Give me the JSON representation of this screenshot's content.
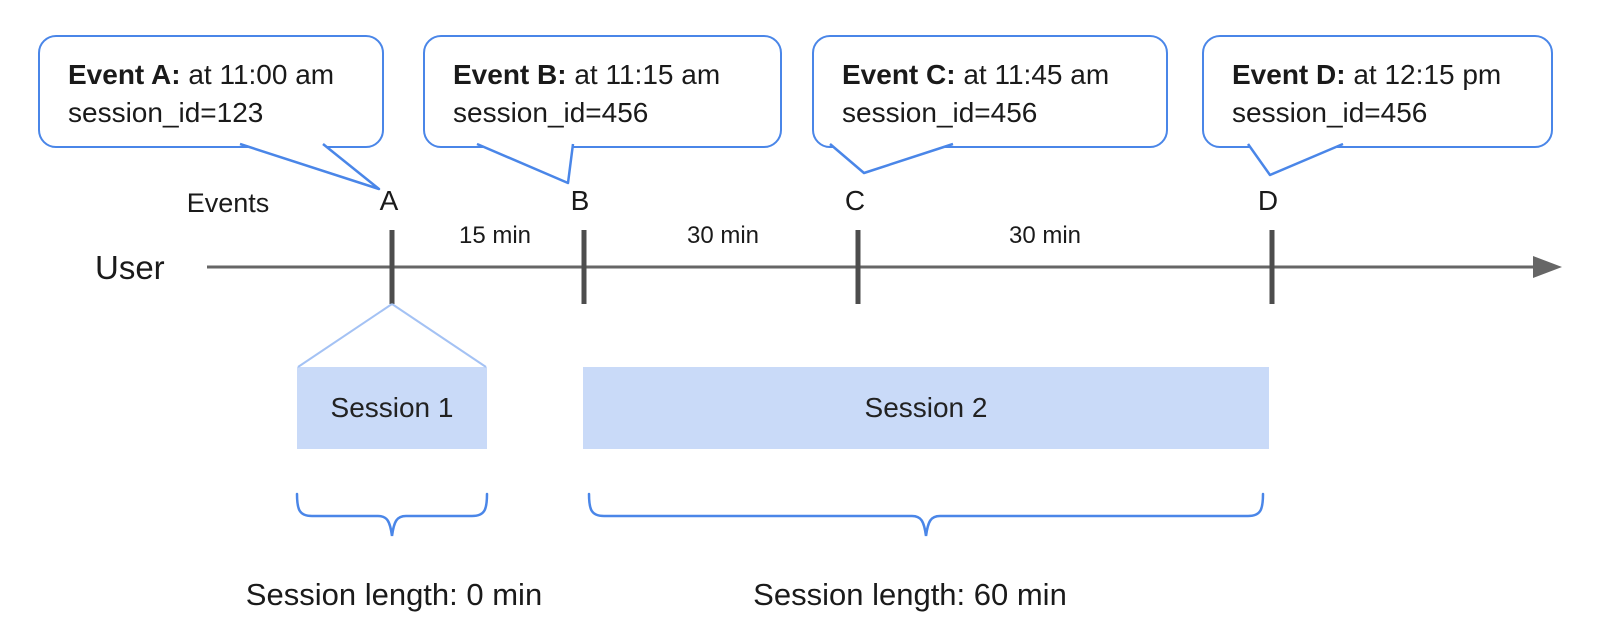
{
  "bubbles": [
    {
      "title": "Event A:",
      "time": " at 11:00 am",
      "session": "session_id=123"
    },
    {
      "title": "Event B:",
      "time": " at 11:15 am",
      "session": "session_id=456"
    },
    {
      "title": "Event C:",
      "time": " at 11:45 am",
      "session": "session_id=456"
    },
    {
      "title": "Event D:",
      "time": " at 12:15 pm",
      "session": "session_id=456"
    }
  ],
  "timeline": {
    "axis_label": "Events",
    "row_label": "User",
    "events": [
      "A",
      "B",
      "C",
      "D"
    ],
    "intervals": [
      "15 min",
      "30 min",
      "30 min"
    ]
  },
  "sessions": [
    {
      "label": "Session 1",
      "length_label": "Session length: 0 min"
    },
    {
      "label": "Session 2",
      "length_label": "Session length: 60 min"
    }
  ],
  "colors": {
    "accent_blue": "#4a86e8",
    "session_fill": "#c9daf8",
    "funnel_blue": "#a4c2f4",
    "line_gray": "#666666",
    "tick_gray": "#4d4d4d",
    "text_black": "#1a1a1a"
  }
}
